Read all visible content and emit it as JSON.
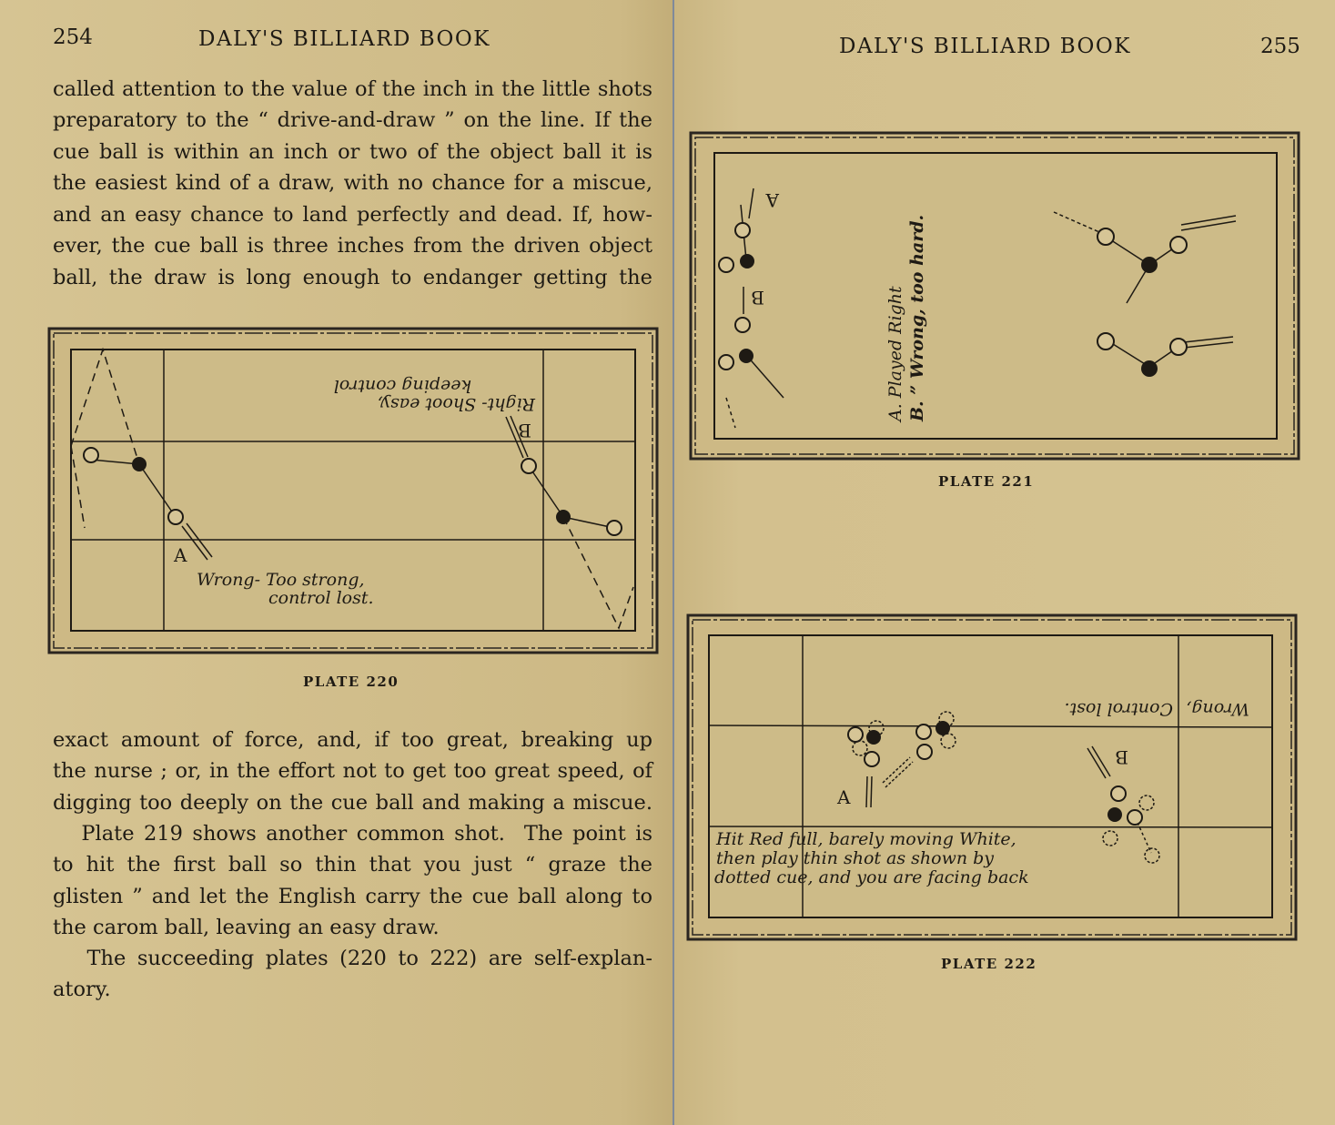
{
  "left_page": {
    "page_number": "254",
    "running_head": "DALY'S BILLIARD BOOK",
    "paragraph1": [
      "called attention to the value of the inch in the little shots",
      "preparatory to the “ drive-and-draw ” on the line.  If the",
      "cue ball is within an inch or two of the object ball it is",
      "the easiest kind of a draw, with no chance for a miscue,",
      "and an easy chance to land perfectly and dead.  If, how-",
      "ever, the cue ball is three inches from the driven object",
      "ball, the draw is long enough to endanger getting the"
    ],
    "plate": {
      "caption": "PLATE 220",
      "label_a": "A",
      "label_b": "B",
      "note_wrong_1": "Wrong- Too strong,",
      "note_wrong_2": "control lost.",
      "note_right_1": "Right- Shoot easy,",
      "note_right_2": "keeping control"
    },
    "paragraph2": [
      "exact amount of force, and, if too great, breaking up",
      "the nurse ; or, in the effort not to get too great speed, of",
      "digging too deeply on the cue ball and making a miscue.",
      "   Plate 219 shows another common shot.  The point is",
      "to hit the first ball so thin that you just “ graze the",
      "glisten ” and let the English carry the cue ball along to",
      "the carom ball, leaving an easy draw.",
      "   The succeeding plates (220 to 222) are self-explan-",
      "atory."
    ]
  },
  "right_page": {
    "page_number": "255",
    "running_head": "DALY'S BILLIARD BOOK",
    "plate221": {
      "caption": "PLATE 221",
      "label_a": "A",
      "label_b": "B",
      "legend_a": "A. Played Right",
      "legend_b": "B.  ”  Wrong, too hard."
    },
    "plate222": {
      "caption": "PLATE 222",
      "label_a": "A",
      "label_b": "B",
      "note_wrong": "Wrong,",
      "note_control": "Control lost.",
      "note_1": "Hit Red full, barely moving White,",
      "note_2": "then play thin shot as shown by",
      "note_3": "dotted cue, and you are facing back"
    }
  }
}
